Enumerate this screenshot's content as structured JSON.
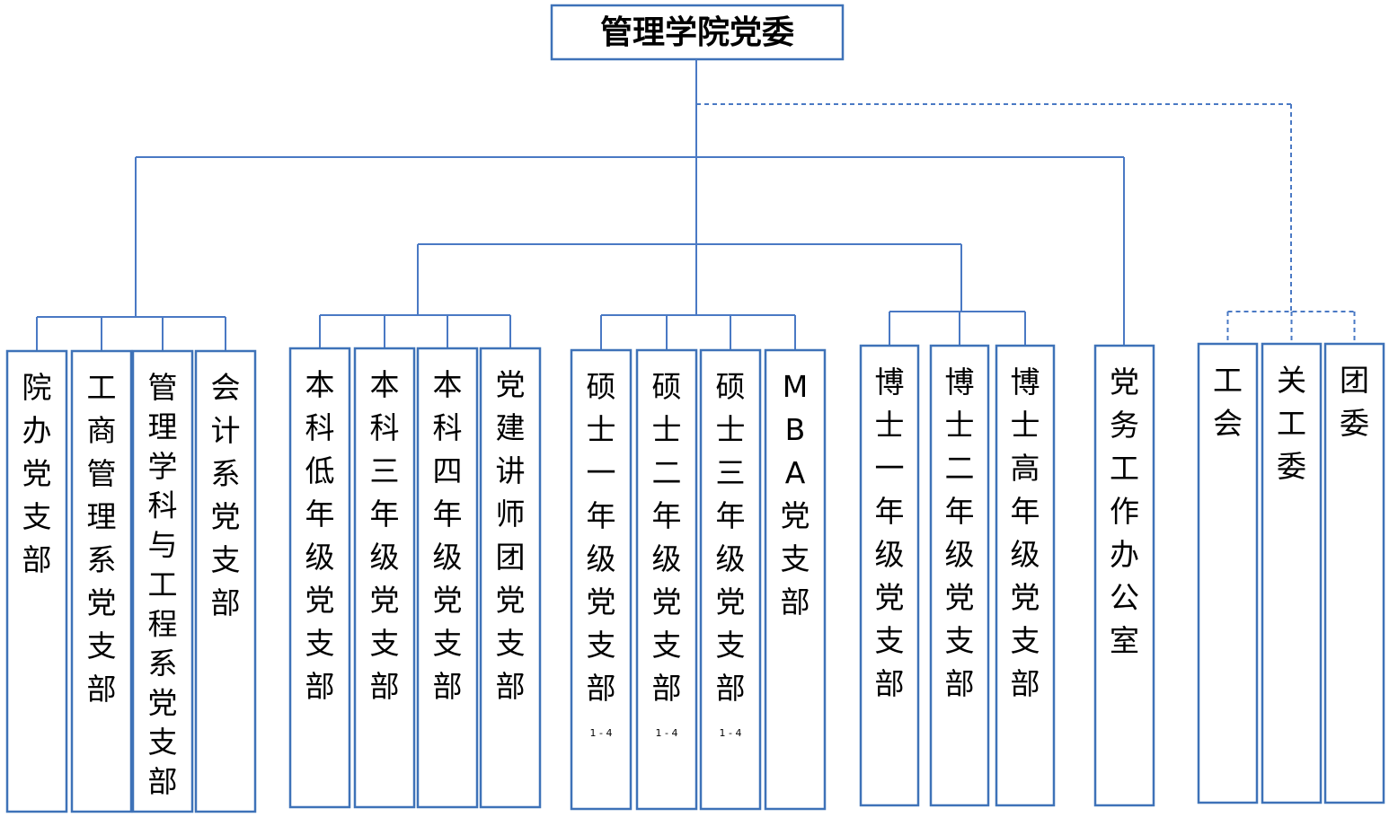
{
  "root": {
    "label": "管理学院党委"
  },
  "groups": [
    {
      "id": "g1",
      "nodes": [
        {
          "label": "院办党支部"
        },
        {
          "label": "工商管理系党支部"
        },
        {
          "label": "管理学科与工程系党支部"
        },
        {
          "label": "会计系党支部"
        }
      ]
    },
    {
      "id": "g2",
      "nodes": [
        {
          "label": "本科低年级党支部"
        },
        {
          "label": "本科三年级党支部"
        },
        {
          "label": "本科四年级党支部"
        },
        {
          "label": "党建讲师团党支部"
        }
      ]
    },
    {
      "id": "g3",
      "nodes": [
        {
          "label": "硕士一年级党支部",
          "note": "1 - 4"
        },
        {
          "label": "硕士二年级党支部",
          "note": "1 - 4"
        },
        {
          "label": "硕士三年级党支部",
          "note": "1 - 4"
        },
        {
          "label": "MBA党支部"
        }
      ]
    },
    {
      "id": "g4",
      "nodes": [
        {
          "label": "博士一年级党支部"
        },
        {
          "label": "博士二年级党支部"
        },
        {
          "label": "博士高年级党支部"
        }
      ]
    },
    {
      "id": "g5",
      "nodes": [
        {
          "label": "党务工作办公室"
        }
      ]
    },
    {
      "id": "g6",
      "dashed": true,
      "nodes": [
        {
          "label": "工会"
        },
        {
          "label": "关工委"
        },
        {
          "label": "团委"
        }
      ]
    }
  ],
  "colors": {
    "box_border": "#3e72b8",
    "connector": "#4a79c4",
    "text": "#000000"
  }
}
